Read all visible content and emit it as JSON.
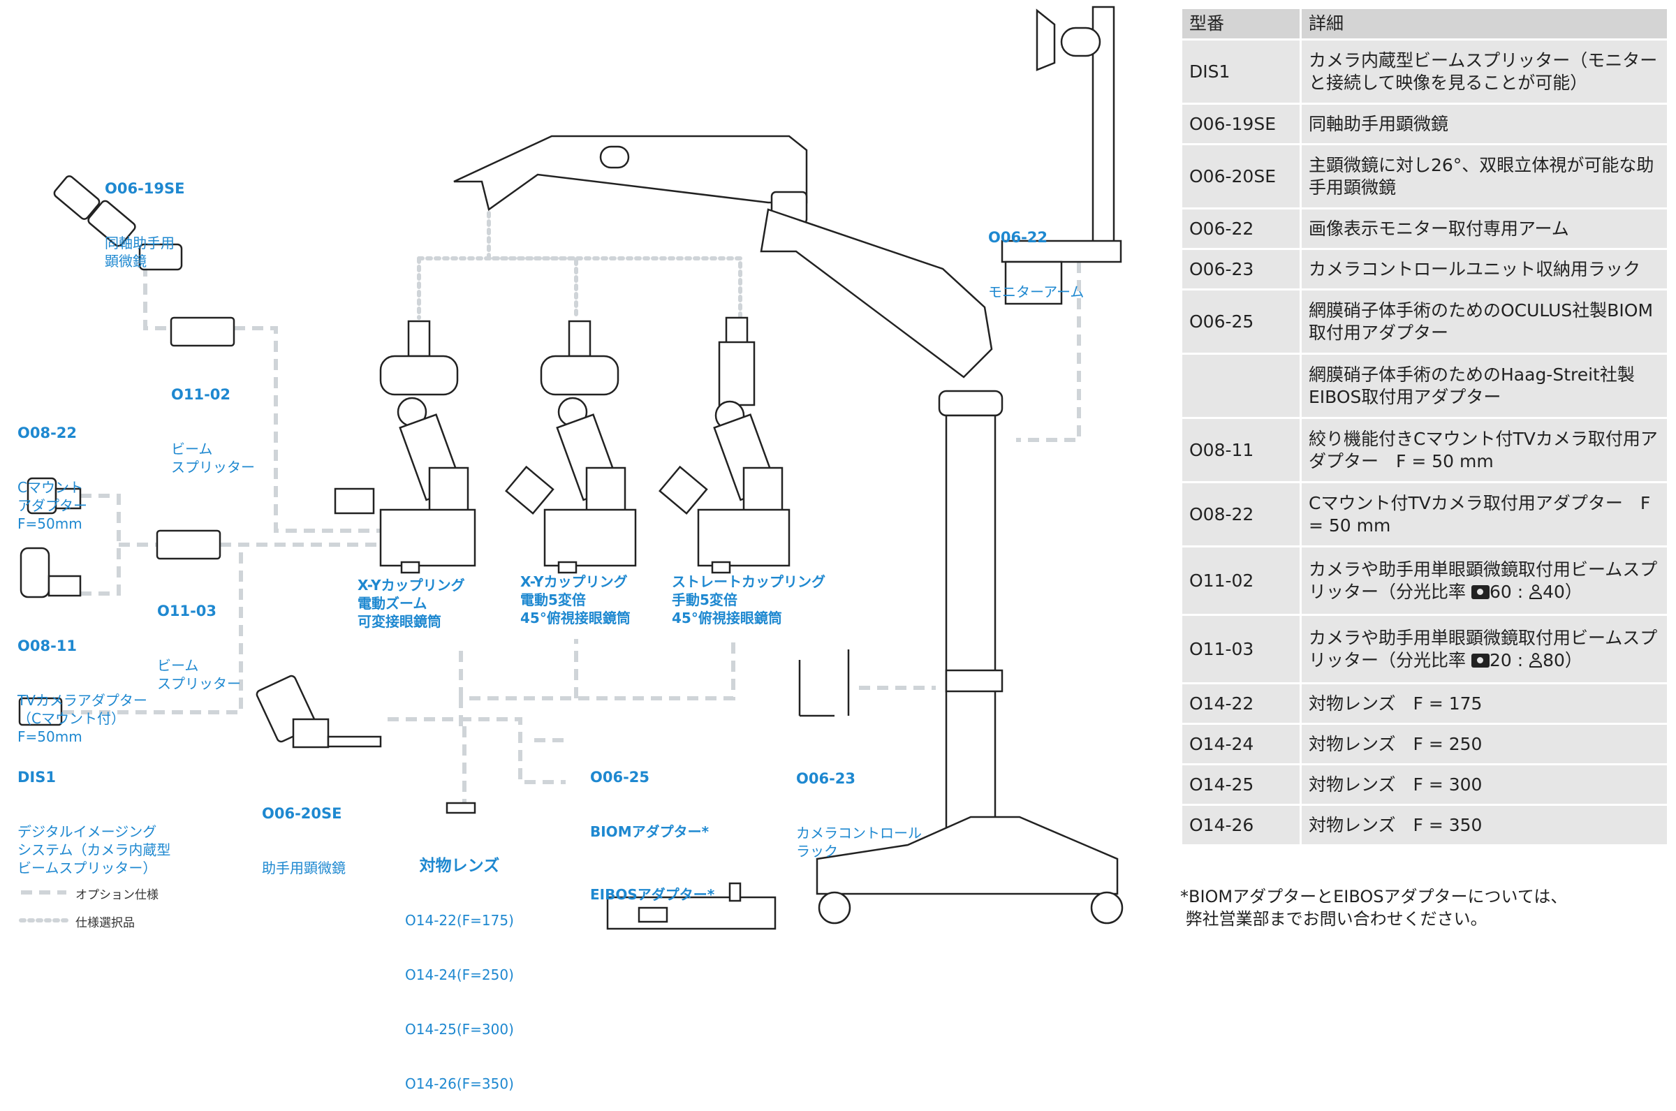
{
  "labels": {
    "o06_19se": {
      "code": "O06-19SE",
      "desc": "同軸助手用\n顕微鏡"
    },
    "o11_02": {
      "code": "O11-02",
      "desc": "ビーム\nスプリッター"
    },
    "o08_22": {
      "code": "O08-22",
      "desc": "Cマウント\nアダプター\nF=50mm"
    },
    "o11_03": {
      "code": "O11-03",
      "desc": "ビーム\nスプリッター"
    },
    "o08_11": {
      "code": "O08-11",
      "desc": "TVカメラアダプター\n（Cマウント付）\nF=50mm"
    },
    "dis1": {
      "code": "DIS1",
      "desc": "デジタルイメージング\nシステム（カメラ内蔵型\nビームスプリッター）"
    },
    "o06_20se": {
      "code": "O06-20SE",
      "desc": "助手用顕微鏡"
    },
    "o06_22": {
      "code": "O06-22",
      "desc": "モニターアーム"
    },
    "o06_23": {
      "code": "O06-23",
      "desc": "カメラコントロール\nラック"
    },
    "o06_25": {
      "code": "O06-25",
      "line1": "BIOMアダプター*",
      "line2": "EIBOSアダプター*"
    },
    "head1": "X-Yカップリング\n電動ズーム\n可変接眼鏡筒",
    "head2": "X-Yカップリング\n電動5変倍\n45°俯視接眼鏡筒",
    "head3": "ストレートカップリング\n手動5変倍\n45°俯視接眼鏡筒",
    "objective": {
      "title": "対物レンズ",
      "items": [
        "O14-22(F=175)",
        "O14-24(F=250)",
        "O14-25(F=300)",
        "O14-26(F=350)"
      ]
    }
  },
  "legend": {
    "dashed": "オプション仕様",
    "dotted": "仕様選択品"
  },
  "table": {
    "headers": [
      "型番",
      "詳細"
    ],
    "rows": [
      {
        "model": "DIS1",
        "detail": "カメラ内蔵型ビームスプリッター（モニターと接続して映像を見ることが可能）"
      },
      {
        "model": "O06-19SE",
        "detail": "同軸助手用顕微鏡"
      },
      {
        "model": "O06-20SE",
        "detail": "主顕微鏡に対し26°、双眼立体視が可能な助手用顕微鏡"
      },
      {
        "model": "O06-22",
        "detail": "画像表示モニター取付専用アーム"
      },
      {
        "model": "O06-23",
        "detail": "カメラコントロールユニット収納用ラック"
      },
      {
        "model": "O06-25",
        "detail": "網膜硝子体手術のためのOCULUS社製BIOM取付用アダプター"
      },
      {
        "model": "",
        "detail": "網膜硝子体手術のためのHaag-Streit社製EIBOS取付用アダプター"
      },
      {
        "model": "O08-11",
        "detail": "絞り機能付きCマウント付TVカメラ取付用アダプター　F = 50 mm"
      },
      {
        "model": "O08-22",
        "detail": "Cマウント付TVカメラ取付用アダプター　F = 50 mm"
      },
      {
        "model": "O11-02",
        "detail_a": "カメラや助手用単眼顕微鏡取付用ビームスプリッター（分光比率 ",
        "cam": "60",
        "sep": " : ",
        "person": "40）"
      },
      {
        "model": "O11-03",
        "detail_a": "カメラや助手用単眼顕微鏡取付用ビームスプリッター（分光比率 ",
        "cam": "20",
        "sep": " : ",
        "person": "80）"
      },
      {
        "model": "O14-22",
        "detail": "対物レンズ　F = 175"
      },
      {
        "model": "O14-24",
        "detail": "対物レンズ　F = 250"
      },
      {
        "model": "O14-25",
        "detail": "対物レンズ　F = 300"
      },
      {
        "model": "O14-26",
        "detail": "対物レンズ　F = 350"
      }
    ]
  },
  "footnote": "*BIOMアダプターとEIBOSアダプターについては、\n 弊社営業部までお問い合わせください。"
}
